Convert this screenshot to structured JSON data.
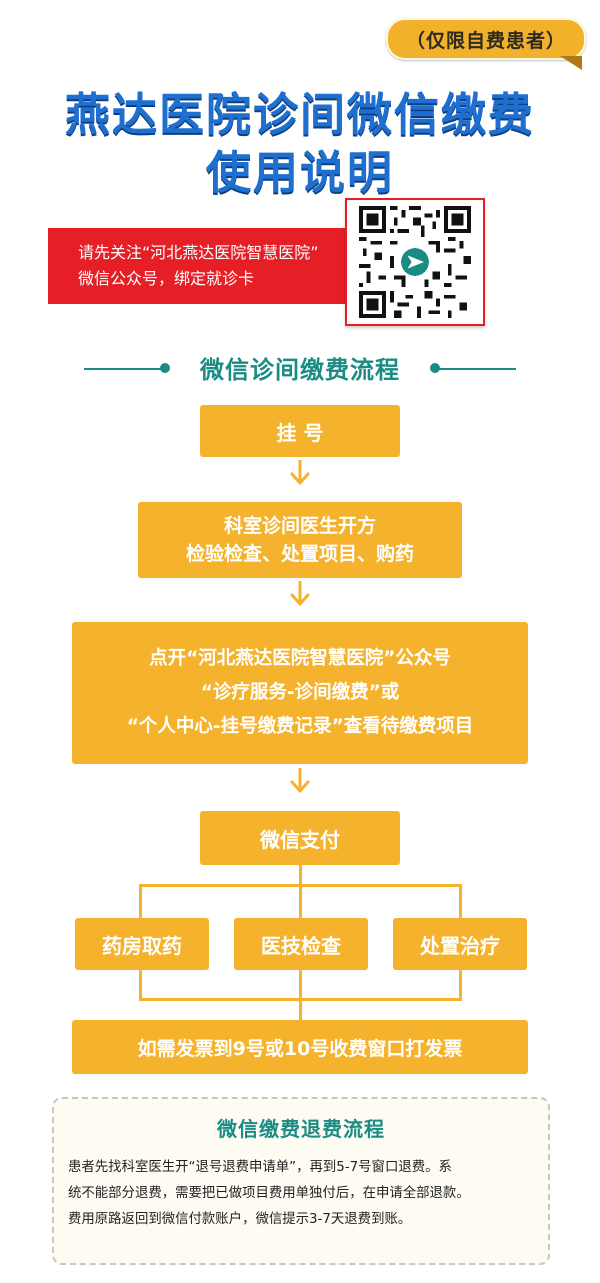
{
  "badge": "（仅限自费患者）",
  "title": {
    "line1": "燕达医院诊间微信缴费",
    "line2": "使用说明"
  },
  "banner": {
    "line1": "请先关注“河北燕达医院智慧医院”",
    "line2": "微信公众号，绑定就诊卡"
  },
  "flow": {
    "heading": "微信诊间缴费流程",
    "step1": "挂 号",
    "step2": {
      "line1": "科室诊间医生开方",
      "line2": "检验检查、处置项目、购药"
    },
    "step3": {
      "line1": "点开“河北燕达医院智慧医院”公众号",
      "line2": "“诊疗服务-诊间缴费”或",
      "line3": "“个人中心-挂号缴费记录”查看待缴费项目"
    },
    "step4": "微信支付",
    "branches": [
      "药房取药",
      "医技检查",
      "处置治疗"
    ],
    "step5": "如需发票到9号或10号收费窗口打发票"
  },
  "refund": {
    "heading": "微信缴费退费流程",
    "line1": "患者先找科室医生开“退号退费申请单”，再到5-7号窗口退费。系",
    "line2": "统不能部分退费，需要把已做项目费用单独付后，在申请全部退款。",
    "line3": "费用原路返回到微信付款账户，微信提示3-7天退费到账。"
  },
  "colors": {
    "title_blue": "#1e6fd0",
    "banner_red": "#e61f27",
    "flow_orange": "#f5b22c",
    "heading_teal": "#1a8c84"
  }
}
